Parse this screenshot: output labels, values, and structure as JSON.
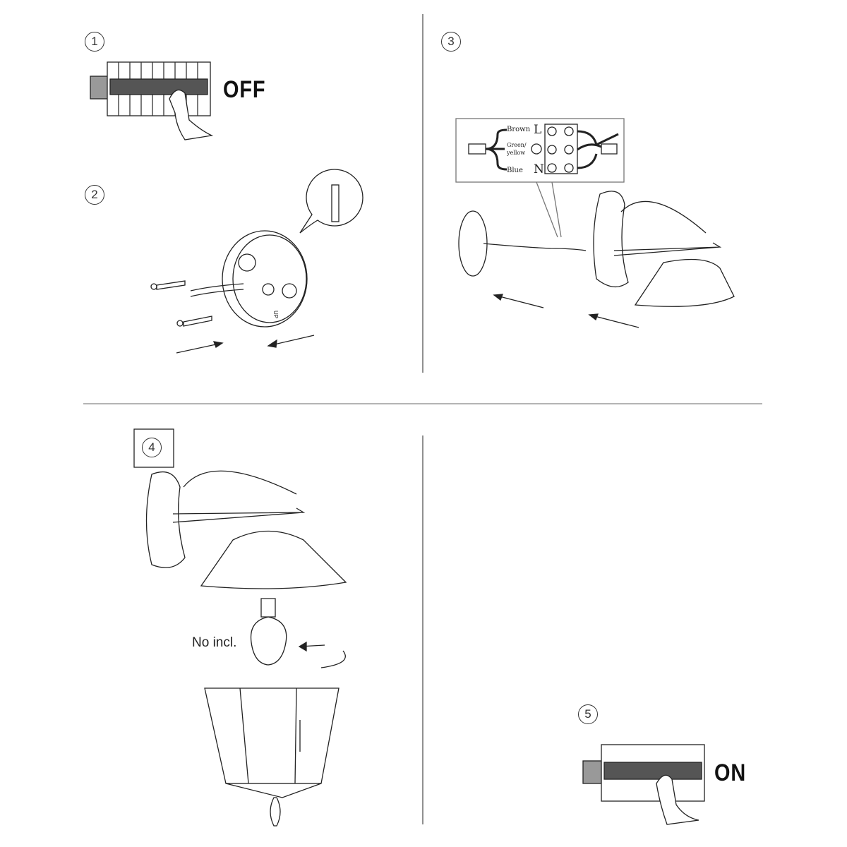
{
  "steps": [
    {
      "number": "1",
      "label": "OFF"
    },
    {
      "number": "2"
    },
    {
      "number": "3",
      "wiring": {
        "brown": "Brown",
        "green_yellow_1": "Green/",
        "green_yellow_2": "yellow",
        "blue": "Blue",
        "live": "L",
        "neutral": "N"
      }
    },
    {
      "number": "4",
      "bulb_note": "No incl."
    },
    {
      "number": "5",
      "label": "ON"
    }
  ],
  "plate_mark": "UP"
}
